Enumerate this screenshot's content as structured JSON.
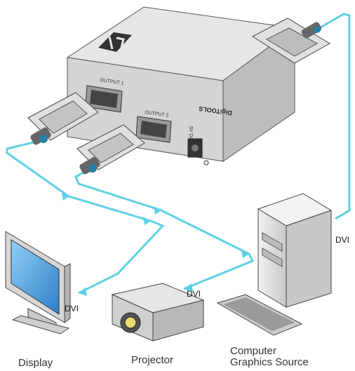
{
  "device": {
    "brand": "DigiTOOLS",
    "output1_label": "OUTPUT 1",
    "output2_label": "OUTPUT 2",
    "power_label": "5V DC"
  },
  "connections": {
    "display_dvi": "DVI",
    "projector_dvi": "DVI",
    "source_dvi": "DVI"
  },
  "devices": {
    "display": "Display",
    "projector": "Projector",
    "source_line1": "Computer",
    "source_line2": "Graphics Source"
  },
  "colors": {
    "cable": "#5fd0e6",
    "device_body": "#d9d9d9",
    "screen": "#4fa3e0"
  }
}
